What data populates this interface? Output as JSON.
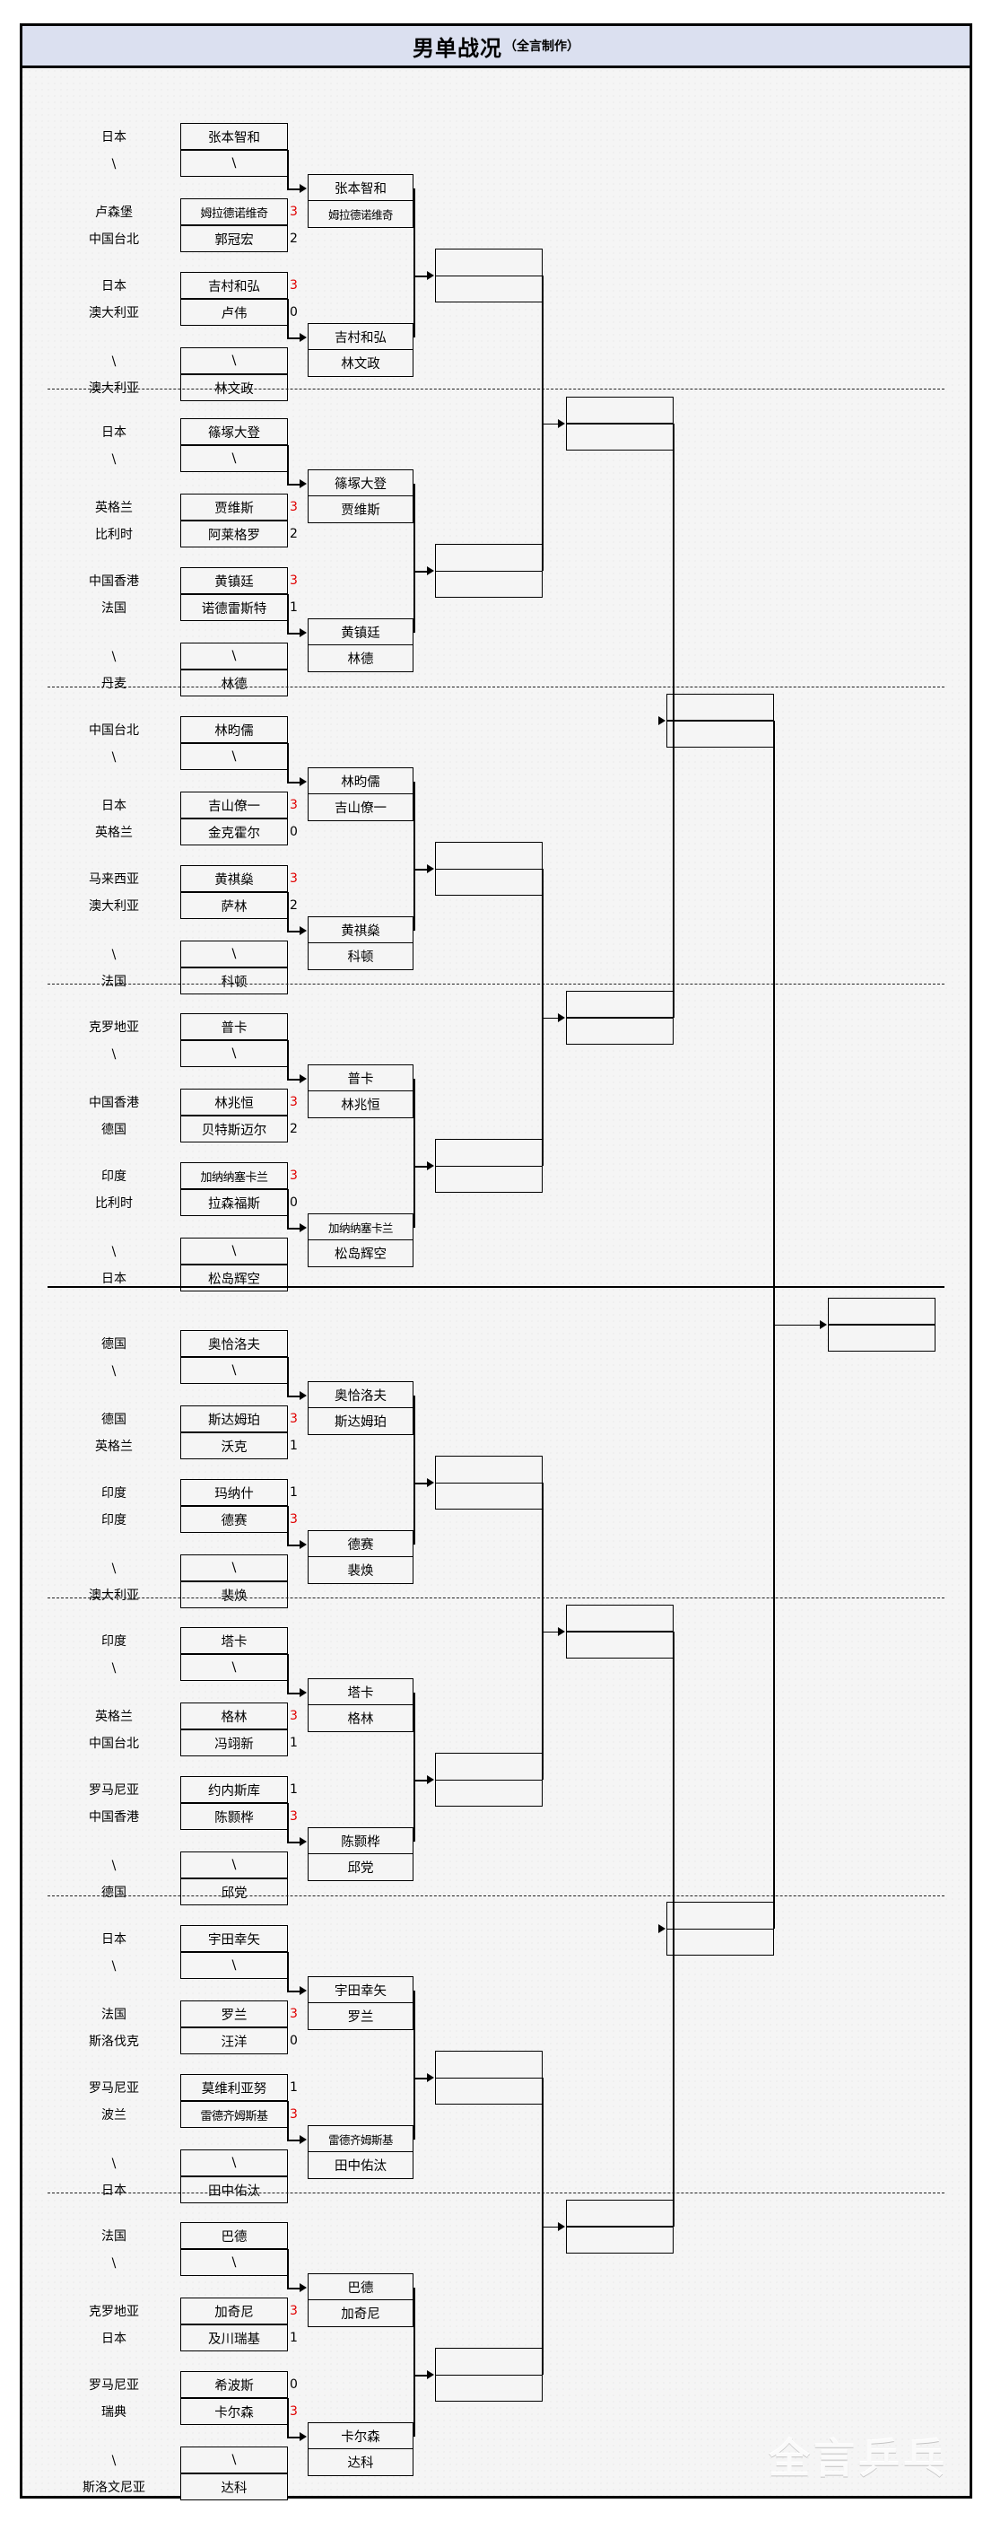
{
  "header": {
    "title": "男单战况",
    "subtitle": "（全言制作）"
  },
  "watermark": "全言乒乓",
  "bye_mark": "\\",
  "chart_data": {
    "type": "table",
    "title": "男单战况（全言制作）",
    "description": "Men's singles knockout bracket — round of 64 / 32 / 16 results with set scores",
    "groups": [
      {
        "id": "g1",
        "matches": [
          {
            "top": {
              "nation": "日本",
              "player": "张本智和",
              "score": ""
            },
            "bot": {
              "nation": "\\",
              "player": "\\",
              "score": ""
            }
          },
          {
            "top": {
              "nation": "卢森堡",
              "player": "姆拉德诺维奇",
              "score": "3"
            },
            "bot": {
              "nation": "中国台北",
              "player": "郭冠宏",
              "score": "2"
            }
          },
          {
            "top": {
              "nation": "日本",
              "player": "吉村和弘",
              "score": "3"
            },
            "bot": {
              "nation": "澳大利亚",
              "player": "卢伟",
              "score": "0"
            }
          },
          {
            "top": {
              "nation": "\\",
              "player": "\\",
              "score": ""
            },
            "bot": {
              "nation": "澳大利亚",
              "player": "林文政",
              "score": ""
            }
          }
        ],
        "r2": [
          {
            "top": "张本智和",
            "bot": "姆拉德诺维奇"
          },
          {
            "top": "吉村和弘",
            "bot": "林文政"
          }
        ]
      },
      {
        "id": "g2",
        "matches": [
          {
            "top": {
              "nation": "日本",
              "player": "篠塚大登",
              "score": ""
            },
            "bot": {
              "nation": "\\",
              "player": "\\",
              "score": ""
            }
          },
          {
            "top": {
              "nation": "英格兰",
              "player": "贾维斯",
              "score": "3"
            },
            "bot": {
              "nation": "比利时",
              "player": "阿莱格罗",
              "score": "2"
            }
          },
          {
            "top": {
              "nation": "中国香港",
              "player": "黄镇廷",
              "score": "3"
            },
            "bot": {
              "nation": "法国",
              "player": "诺德雷斯特",
              "score": "1"
            }
          },
          {
            "top": {
              "nation": "\\",
              "player": "\\",
              "score": ""
            },
            "bot": {
              "nation": "丹麦",
              "player": "林德",
              "score": ""
            }
          }
        ],
        "r2": [
          {
            "top": "篠塚大登",
            "bot": "贾维斯"
          },
          {
            "top": "黄镇廷",
            "bot": "林德"
          }
        ]
      },
      {
        "id": "g3",
        "matches": [
          {
            "top": {
              "nation": "中国台北",
              "player": "林昀儒",
              "score": ""
            },
            "bot": {
              "nation": "\\",
              "player": "\\",
              "score": ""
            }
          },
          {
            "top": {
              "nation": "日本",
              "player": "吉山僚一",
              "score": "3"
            },
            "bot": {
              "nation": "英格兰",
              "player": "金克霍尔",
              "score": "0"
            }
          },
          {
            "top": {
              "nation": "马来西亚",
              "player": "黄祺燊",
              "score": "3"
            },
            "bot": {
              "nation": "澳大利亚",
              "player": "萨林",
              "score": "2"
            }
          },
          {
            "top": {
              "nation": "\\",
              "player": "\\",
              "score": ""
            },
            "bot": {
              "nation": "法国",
              "player": "科顿",
              "score": ""
            }
          }
        ],
        "r2": [
          {
            "top": "林昀儒",
            "bot": "吉山僚一"
          },
          {
            "top": "黄祺燊",
            "bot": "科顿"
          }
        ]
      },
      {
        "id": "g4",
        "matches": [
          {
            "top": {
              "nation": "克罗地亚",
              "player": "普卡",
              "score": ""
            },
            "bot": {
              "nation": "\\",
              "player": "\\",
              "score": ""
            }
          },
          {
            "top": {
              "nation": "中国香港",
              "player": "林兆恒",
              "score": "3"
            },
            "bot": {
              "nation": "德国",
              "player": "贝特斯迈尔",
              "score": "2"
            }
          },
          {
            "top": {
              "nation": "印度",
              "player": "加纳纳塞卡兰",
              "score": "3"
            },
            "bot": {
              "nation": "比利时",
              "player": "拉森福斯",
              "score": "0"
            }
          },
          {
            "top": {
              "nation": "\\",
              "player": "\\",
              "score": ""
            },
            "bot": {
              "nation": "日本",
              "player": "松岛辉空",
              "score": ""
            }
          }
        ],
        "r2": [
          {
            "top": "普卡",
            "bot": "林兆恒"
          },
          {
            "top": "加纳纳塞卡兰",
            "bot": "松岛辉空"
          }
        ]
      },
      {
        "id": "g5",
        "matches": [
          {
            "top": {
              "nation": "德国",
              "player": "奥恰洛夫",
              "score": ""
            },
            "bot": {
              "nation": "\\",
              "player": "\\",
              "score": ""
            }
          },
          {
            "top": {
              "nation": "德国",
              "player": "斯达姆珀",
              "score": "3"
            },
            "bot": {
              "nation": "英格兰",
              "player": "沃克",
              "score": "1"
            }
          },
          {
            "top": {
              "nation": "印度",
              "player": "玛纳什",
              "score": "1"
            },
            "bot": {
              "nation": "印度",
              "player": "德赛",
              "score": "3"
            }
          },
          {
            "top": {
              "nation": "\\",
              "player": "\\",
              "score": ""
            },
            "bot": {
              "nation": "澳大利亚",
              "player": "裴焕",
              "score": ""
            }
          }
        ],
        "r2": [
          {
            "top": "奥恰洛夫",
            "bot": "斯达姆珀"
          },
          {
            "top": "德赛",
            "bot": "裴焕"
          }
        ]
      },
      {
        "id": "g6",
        "matches": [
          {
            "top": {
              "nation": "印度",
              "player": "塔卡",
              "score": ""
            },
            "bot": {
              "nation": "\\",
              "player": "\\",
              "score": ""
            }
          },
          {
            "top": {
              "nation": "英格兰",
              "player": "格林",
              "score": "3"
            },
            "bot": {
              "nation": "中国台北",
              "player": "冯翊新",
              "score": "1"
            }
          },
          {
            "top": {
              "nation": "罗马尼亚",
              "player": "约内斯库",
              "score": "1"
            },
            "bot": {
              "nation": "中国香港",
              "player": "陈颢桦",
              "score": "3"
            }
          },
          {
            "top": {
              "nation": "\\",
              "player": "\\",
              "score": ""
            },
            "bot": {
              "nation": "德国",
              "player": "邱党",
              "score": ""
            }
          }
        ],
        "r2": [
          {
            "top": "塔卡",
            "bot": "格林"
          },
          {
            "top": "陈颢桦",
            "bot": "邱党"
          }
        ]
      },
      {
        "id": "g7",
        "matches": [
          {
            "top": {
              "nation": "日本",
              "player": "宇田幸矢",
              "score": ""
            },
            "bot": {
              "nation": "\\",
              "player": "\\",
              "score": ""
            }
          },
          {
            "top": {
              "nation": "法国",
              "player": "罗兰",
              "score": "3"
            },
            "bot": {
              "nation": "斯洛伐克",
              "player": "汪洋",
              "score": "0"
            }
          },
          {
            "top": {
              "nation": "罗马尼亚",
              "player": "莫维利亚努",
              "score": "1"
            },
            "bot": {
              "nation": "波兰",
              "player": "雷德齐姆斯基",
              "score": "3"
            }
          },
          {
            "top": {
              "nation": "\\",
              "player": "\\",
              "score": ""
            },
            "bot": {
              "nation": "日本",
              "player": "田中佑汰",
              "score": ""
            }
          }
        ],
        "r2": [
          {
            "top": "宇田幸矢",
            "bot": "罗兰"
          },
          {
            "top": "雷德齐姆斯基",
            "bot": "田中佑汰"
          }
        ]
      },
      {
        "id": "g8",
        "matches": [
          {
            "top": {
              "nation": "法国",
              "player": "巴德",
              "score": ""
            },
            "bot": {
              "nation": "\\",
              "player": "\\",
              "score": ""
            }
          },
          {
            "top": {
              "nation": "克罗地亚",
              "player": "加奇尼",
              "score": "3"
            },
            "bot": {
              "nation": "日本",
              "player": "及川瑞基",
              "score": "1"
            }
          },
          {
            "top": {
              "nation": "罗马尼亚",
              "player": "希波斯",
              "score": "0"
            },
            "bot": {
              "nation": "瑞典",
              "player": "卡尔森",
              "score": "3"
            }
          },
          {
            "top": {
              "nation": "\\",
              "player": "\\",
              "score": ""
            },
            "bot": {
              "nation": "斯洛文尼亚",
              "player": "达科",
              "score": ""
            }
          }
        ],
        "r2": [
          {
            "top": "巴德",
            "bot": "加奇尼"
          },
          {
            "top": "卡尔森",
            "bot": "达科"
          }
        ]
      }
    ],
    "later_rounds": {
      "round16": [
        "",
        "",
        "",
        "",
        "",
        "",
        "",
        ""
      ],
      "quarterfinals": [
        "",
        "",
        "",
        ""
      ],
      "semifinals": [
        "",
        ""
      ],
      "final": [
        ""
      ]
    }
  }
}
